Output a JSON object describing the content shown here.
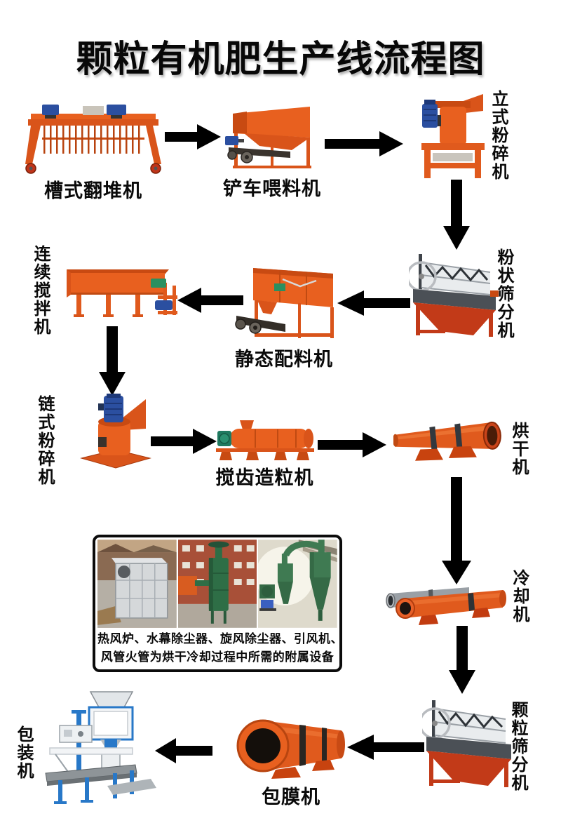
{
  "title": "颗粒有机肥生产线流程图",
  "nodes": {
    "trough_turner": {
      "label": "槽式翻堆机"
    },
    "loader_feeder": {
      "label": "铲车喂料机"
    },
    "vertical_crusher": {
      "label": "立式粉碎机"
    },
    "powder_screener": {
      "label": "粉状筛分机"
    },
    "static_batcher": {
      "label": "静态配料机"
    },
    "continuous_mixer": {
      "label": "连续搅拌机"
    },
    "chain_crusher": {
      "label": "链式粉碎机"
    },
    "tooth_granulator": {
      "label": "搅齿造粒机"
    },
    "dryer": {
      "label": "烘干机"
    },
    "cooler": {
      "label": "冷却机"
    },
    "granule_screener": {
      "label": "颗粒筛分机"
    },
    "coating_machine": {
      "label": "包膜机"
    },
    "packing_machine": {
      "label": "包装机"
    }
  },
  "aux_box": {
    "line1": "热风炉、水幕除尘器、旋风除尘器、引风机、",
    "line2": "风管火管为烘干冷却过程中所需的附属设备"
  },
  "colors": {
    "machine_orange": "#e8601f",
    "screener_red": "#c23a18",
    "motor_blue": "#2b4fa0",
    "motor_green": "#2a9060",
    "arrow_black": "#000000"
  }
}
